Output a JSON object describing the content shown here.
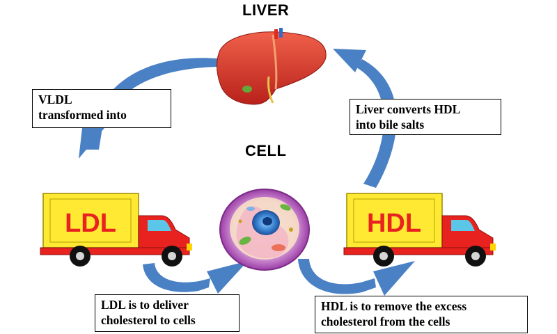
{
  "titles": {
    "liver": "LIVER",
    "cell": "CELL"
  },
  "trucks": {
    "left_label": "LDL",
    "right_label": "HDL"
  },
  "captions": {
    "vldl": [
      "VLDL",
      "transformed into"
    ],
    "liver_converts": [
      "Liver converts HDL",
      "into bile salts"
    ],
    "ldl_deliver": [
      "LDL is to deliver",
      "cholesterol to cells"
    ],
    "hdl_remove": [
      "HDL is to remove the excess",
      "cholesterol from the cells"
    ]
  },
  "colors": {
    "arrow": "#4a80c4",
    "truck_cargo": "#ffe933",
    "truck_label": "#e8231f",
    "truck_cab": "#e8231f",
    "liver": "#d42f22",
    "cell_membrane": "#a64fb0",
    "cell_nucleus": "#2f7fc9"
  }
}
